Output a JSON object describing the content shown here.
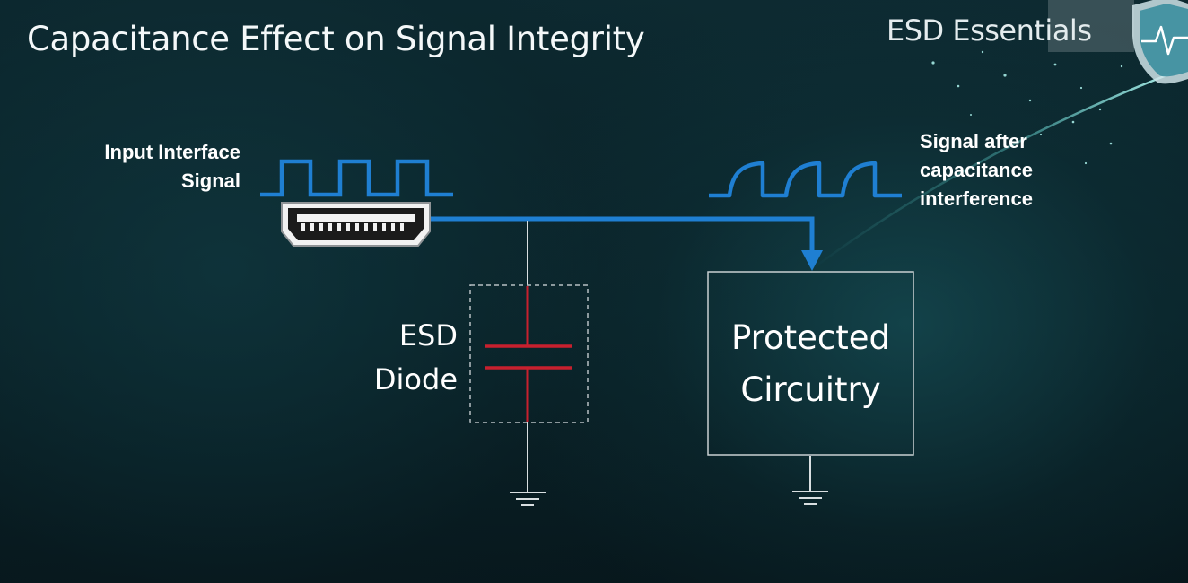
{
  "slide": {
    "title": "Capacitance Effect on Signal Integrity",
    "brand": "ESD Essentials"
  },
  "labels": {
    "input_signal": [
      "Input Interface",
      "Signal"
    ],
    "output_signal": [
      "Signal after",
      "capacitance",
      "interference"
    ],
    "esd_diode": [
      "ESD",
      "Diode"
    ],
    "protected_circuitry": [
      "Protected",
      "Circuitry"
    ]
  },
  "icons": {
    "connector": "hdmi-connector-icon",
    "capacitor": "capacitor-symbol",
    "ground": "ground-symbol",
    "brand_badge": "shield-pulse-icon"
  },
  "colors": {
    "signal_wire": "#1f7fd2",
    "capacitor": "#c8202e",
    "lines": "#d9dfe1",
    "text": "#ffffff"
  }
}
